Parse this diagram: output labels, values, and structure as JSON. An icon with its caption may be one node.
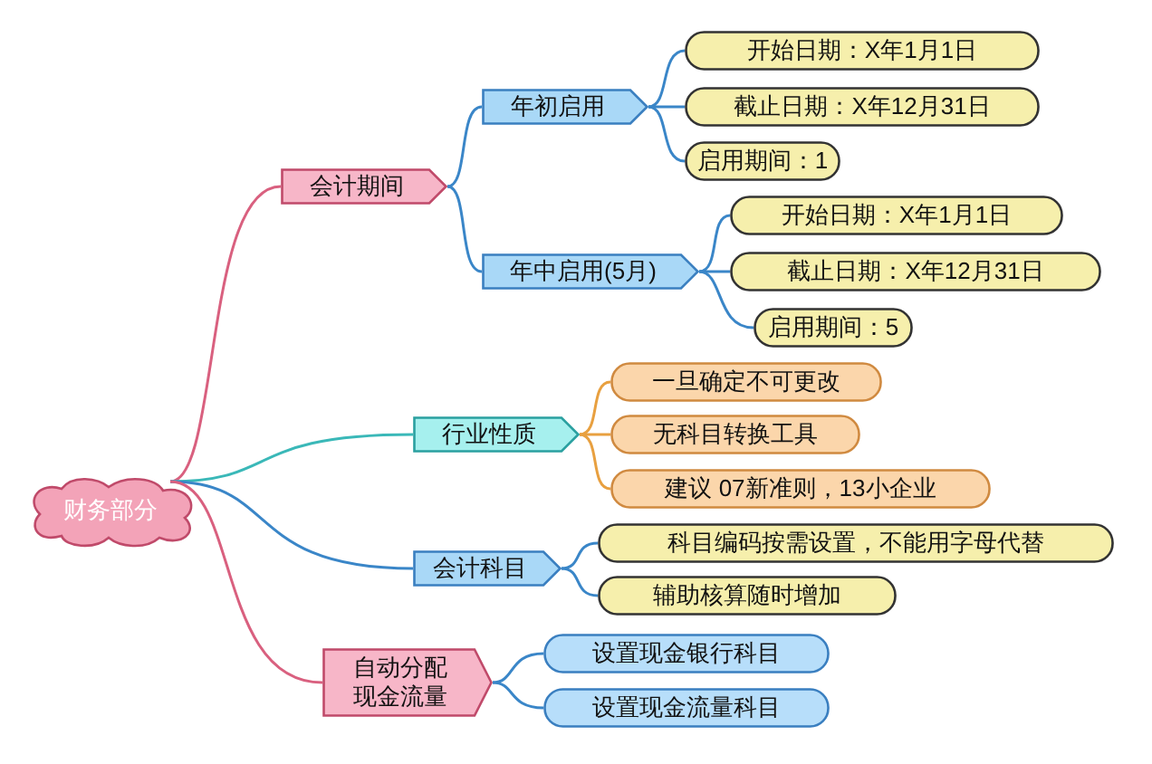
{
  "diagram": {
    "nodes": [
      {
        "text": [
          "财务部分"
        ]
      },
      {
        "text": [
          "会计期间"
        ]
      },
      {
        "text": [
          "年初启用"
        ]
      },
      {
        "text": [
          "开始日期：X年1月1日"
        ]
      },
      {
        "text": [
          "截止日期：X年12月31日"
        ]
      },
      {
        "text": [
          "启用期间：1"
        ]
      },
      {
        "text": [
          "年中启用(5月)"
        ]
      },
      {
        "text": [
          "开始日期：X年1月1日"
        ]
      },
      {
        "text": [
          "截止日期：X年12月31日"
        ]
      },
      {
        "text": [
          "启用期间：5"
        ]
      },
      {
        "text": [
          "行业性质"
        ]
      },
      {
        "text": [
          "一旦确定不可更改"
        ]
      },
      {
        "text": [
          "无科目转换工具"
        ]
      },
      {
        "text": [
          "建议 07新准则，13小企业"
        ]
      },
      {
        "text": [
          "会计科目"
        ]
      },
      {
        "text": [
          "科目编码按需设置，不能用字母代替"
        ]
      },
      {
        "text": [
          "辅助核算随时增加"
        ]
      },
      {
        "text": [
          "自动分配现金流量"
        ]
      },
      {
        "text": [
          "设置现金银行科目"
        ]
      },
      {
        "text": [
          "设置现金流量科目"
        ]
      }
    ],
    "edges": [
      {
        "from": 0,
        "to": 1,
        "arrow": "none",
        "color": "#d9607f"
      },
      {
        "from": 0,
        "to": 10,
        "arrow": "none",
        "color": "#3ab8b8"
      },
      {
        "from": 0,
        "to": 14,
        "arrow": "none"
      },
      {
        "from": 0,
        "to": 17,
        "arrow": "none",
        "color": "#d9607f"
      },
      {
        "from": 1,
        "to": 2,
        "arrow": "none"
      },
      {
        "from": 1,
        "to": 6,
        "arrow": "none"
      },
      {
        "from": 2,
        "to": 3,
        "arrow": "none"
      },
      {
        "from": 2,
        "to": 4,
        "arrow": "none"
      },
      {
        "from": 2,
        "to": 5,
        "arrow": "none"
      },
      {
        "from": 6,
        "to": 7,
        "arrow": "none"
      },
      {
        "from": 6,
        "to": 8,
        "arrow": "none"
      },
      {
        "from": 6,
        "to": 9,
        "arrow": "none"
      },
      {
        "from": 10,
        "to": 11,
        "arrow": "none",
        "color": "#e8a040"
      },
      {
        "from": 10,
        "to": 12,
        "arrow": "none",
        "color": "#e8a040"
      },
      {
        "from": 10,
        "to": 13,
        "arrow": "none",
        "color": "#e8a040"
      },
      {
        "from": 14,
        "to": 15,
        "arrow": "none"
      },
      {
        "from": 14,
        "to": 16,
        "arrow": "none"
      },
      {
        "from": 17,
        "to": 18,
        "arrow": "none"
      },
      {
        "from": 17,
        "to": 19,
        "arrow": "none"
      }
    ]
  }
}
